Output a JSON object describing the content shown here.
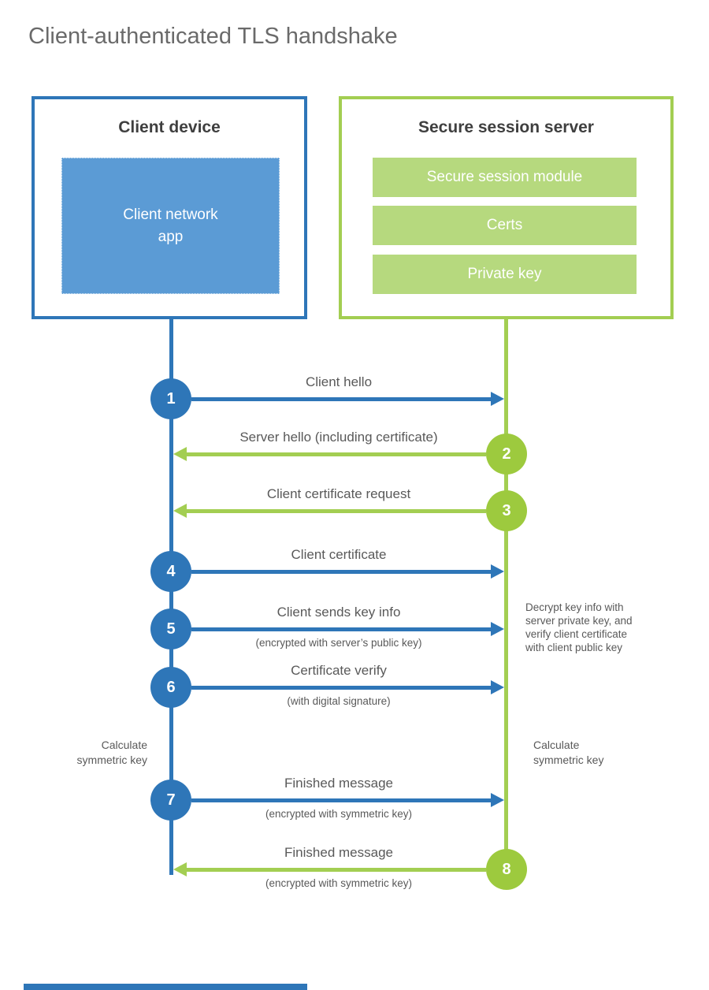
{
  "title": "Client-authenticated TLS handshake",
  "client": {
    "title": "Client device",
    "app_label": "Client network\napp"
  },
  "server": {
    "title": "Secure session server",
    "modules": [
      "Secure session module",
      "Certs",
      "Private key"
    ]
  },
  "steps": [
    {
      "num": "1",
      "side": "client",
      "direction": "right",
      "label": "Client hello",
      "sub": ""
    },
    {
      "num": "2",
      "side": "server",
      "direction": "left",
      "label": "Server hello (including certificate)",
      "sub": ""
    },
    {
      "num": "3",
      "side": "server",
      "direction": "left",
      "label": "Client certificate request",
      "sub": ""
    },
    {
      "num": "4",
      "side": "client",
      "direction": "right",
      "label": "Client certificate",
      "sub": ""
    },
    {
      "num": "5",
      "side": "client",
      "direction": "right",
      "label": "Client sends key info",
      "sub": "(encrypted with server’s public key)"
    },
    {
      "num": "6",
      "side": "client",
      "direction": "right",
      "label": "Certificate verify",
      "sub": "(with digital signature)"
    },
    {
      "num": "7",
      "side": "client",
      "direction": "right",
      "label": "Finished message",
      "sub": "(encrypted with symmetric key)"
    },
    {
      "num": "8",
      "side": "server",
      "direction": "left",
      "label": "Finished message",
      "sub": "(encrypted with symmetric key)"
    }
  ],
  "notes": {
    "decrypt_note": "Decrypt key info with\nserver private key, and\nverify client certificate\nwith client public key",
    "calculate_left": "Calculate\nsymmetric key",
    "calculate_right": "Calculate\nsymmetric key"
  },
  "colors": {
    "blue": "#2E76B8",
    "blue_fill": "#5B9BD5",
    "green": "#A3CE52",
    "green_circle": "#9DCA3E",
    "green_fill": "#B6D97E",
    "text_dark": "#3F3F3F",
    "text_gray": "#595959",
    "title_gray": "#6A6A6A"
  }
}
